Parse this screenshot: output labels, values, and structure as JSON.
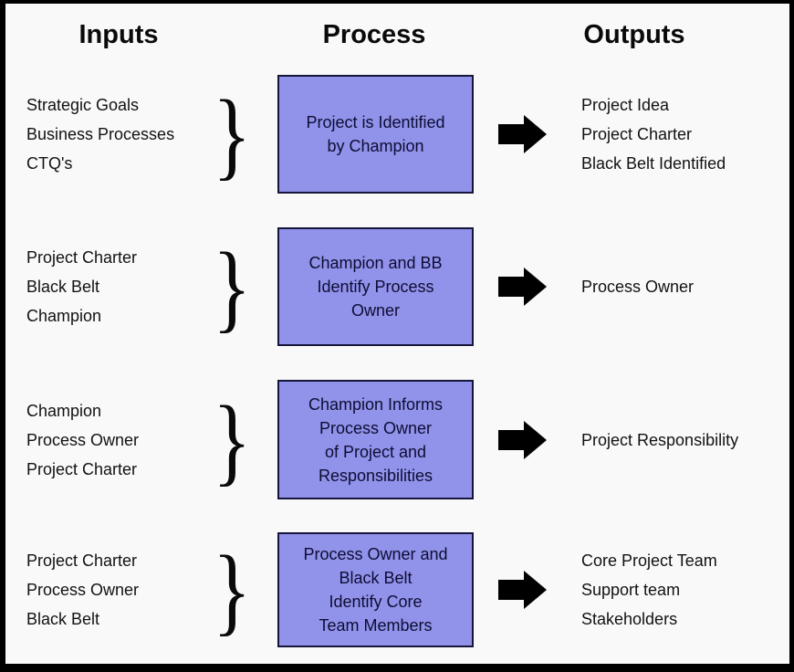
{
  "headers": {
    "inputs": "Inputs",
    "process": "Process",
    "outputs": "Outputs"
  },
  "icons": {
    "brace_glyph": "}"
  },
  "colors": {
    "page_background": "#f9f9f9",
    "frame_border": "#000000",
    "process_box_fill": "#9192ea",
    "process_box_border": "#16163c",
    "arrow": "#000000"
  },
  "rows": [
    {
      "inputs": [
        "Strategic Goals",
        "Business Processes",
        "CTQ's"
      ],
      "process": "Project is Identified\nby Champion",
      "outputs": [
        "Project Idea",
        "Project Charter",
        "Black Belt Identified"
      ]
    },
    {
      "inputs": [
        "Project Charter",
        "Black Belt",
        "Champion"
      ],
      "process": "Champion and BB\nIdentify Process\nOwner",
      "outputs": [
        "Process Owner"
      ]
    },
    {
      "inputs": [
        "Champion",
        "Process Owner",
        "Project Charter"
      ],
      "process": "Champion Informs\nProcess Owner\nof Project and\nResponsibilities",
      "outputs": [
        "Project Responsibility"
      ]
    },
    {
      "inputs": [
        "Project Charter",
        "Process Owner",
        "Black Belt"
      ],
      "process": "Process Owner and\nBlack Belt\nIdentify Core\nTeam Members",
      "outputs": [
        "Core Project Team",
        "Support team",
        "Stakeholders"
      ]
    }
  ]
}
